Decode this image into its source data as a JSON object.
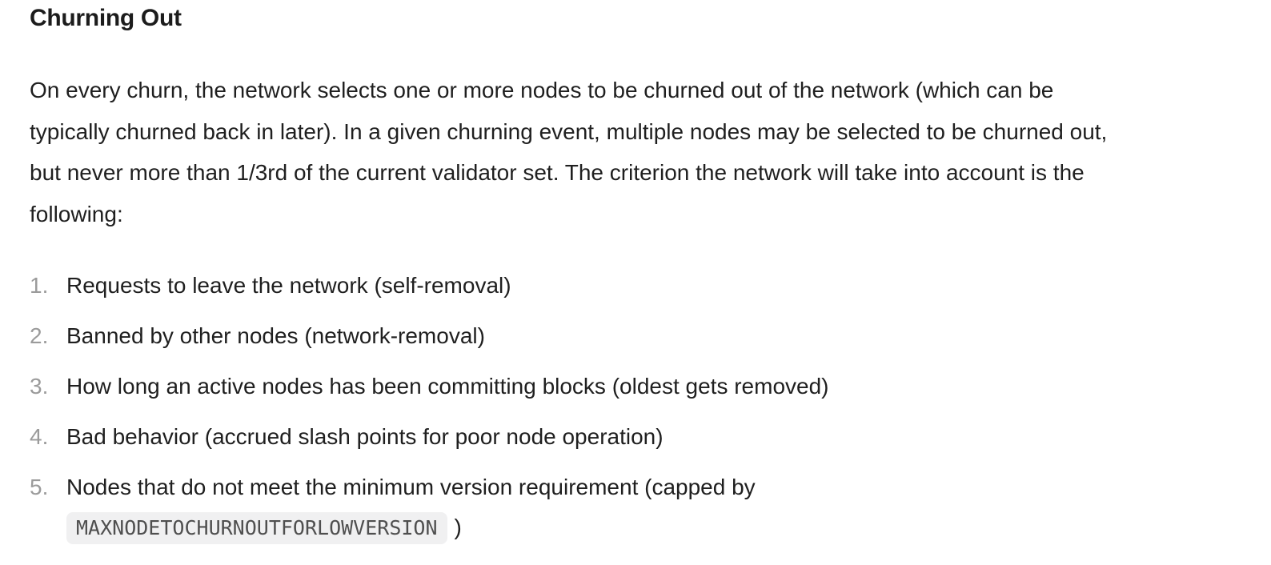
{
  "document": {
    "heading": "Churning Out",
    "paragraph_lines": [
      "On every churn, the network selects one or more nodes to be churned out of the network (which can be",
      "typically churned back in later). In a given churning event, multiple nodes may be selected to be churned out,",
      "but never more than 1/3rd of the current validator set. The criterion the network will take into account is the",
      "following:"
    ],
    "list": [
      {
        "number": "1.",
        "text": "Requests to leave the network (self-removal)"
      },
      {
        "number": "2.",
        "text": "Banned by other nodes (network-removal)"
      },
      {
        "number": "3.",
        "text": "How long an active nodes has been committing blocks (oldest gets removed)"
      },
      {
        "number": "4.",
        "text": "Bad behavior (accrued slash points for poor node operation)"
      },
      {
        "number": "5.",
        "text": "Nodes that do not meet the minimum version requirement (capped by",
        "code": "MAXNODETOCHURNOUTFORLOWVERSION",
        "text_after": ")"
      }
    ],
    "colors": {
      "background": "#ffffff",
      "text": "#1f1f1f",
      "list_number": "#9b9b9b",
      "code_background": "#f0f0f1",
      "code_text": "#4f4f4f"
    }
  }
}
